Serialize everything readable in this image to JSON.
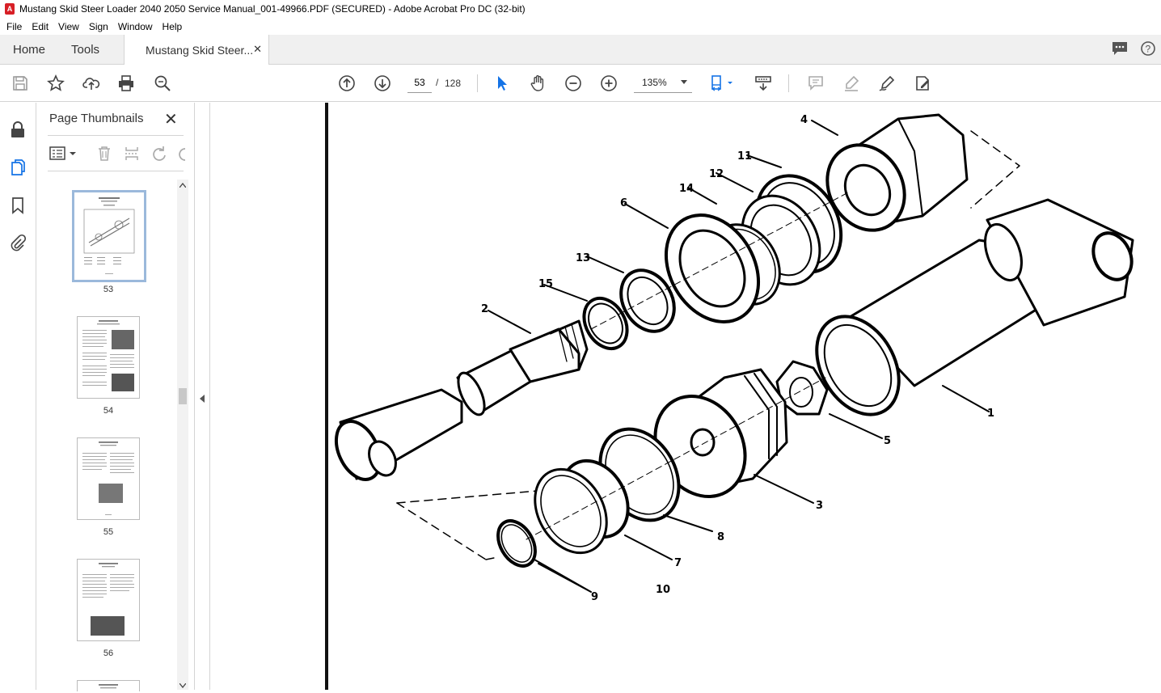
{
  "window": {
    "title": "Mustang Skid Steer Loader 2040 2050 Service Manual_001-49966.PDF (SECURED) - Adobe Acrobat Pro DC (32-bit)"
  },
  "menu": [
    "File",
    "Edit",
    "View",
    "Sign",
    "Window",
    "Help"
  ],
  "tabs": {
    "home": "Home",
    "tools": "Tools",
    "document": "Mustang Skid Steer..."
  },
  "toolbar": {
    "current_page": "53",
    "page_separator": "/",
    "total_pages": "128",
    "zoom": "135%"
  },
  "thumbnails_panel": {
    "title": "Page Thumbnails",
    "pages": [
      {
        "label": "53",
        "selected": true
      },
      {
        "label": "54",
        "selected": false
      },
      {
        "label": "55",
        "selected": false
      },
      {
        "label": "56",
        "selected": false
      }
    ]
  },
  "drawing": {
    "callouts": [
      "1",
      "2",
      "3",
      "4",
      "5",
      "6",
      "7",
      "8",
      "9",
      "10",
      "11",
      "12",
      "13",
      "14",
      "15"
    ]
  },
  "colors": {
    "acrobat_red": "#d71f26",
    "selection_blue": "#9bb9db",
    "select_tool_blue": "#1473e6"
  }
}
